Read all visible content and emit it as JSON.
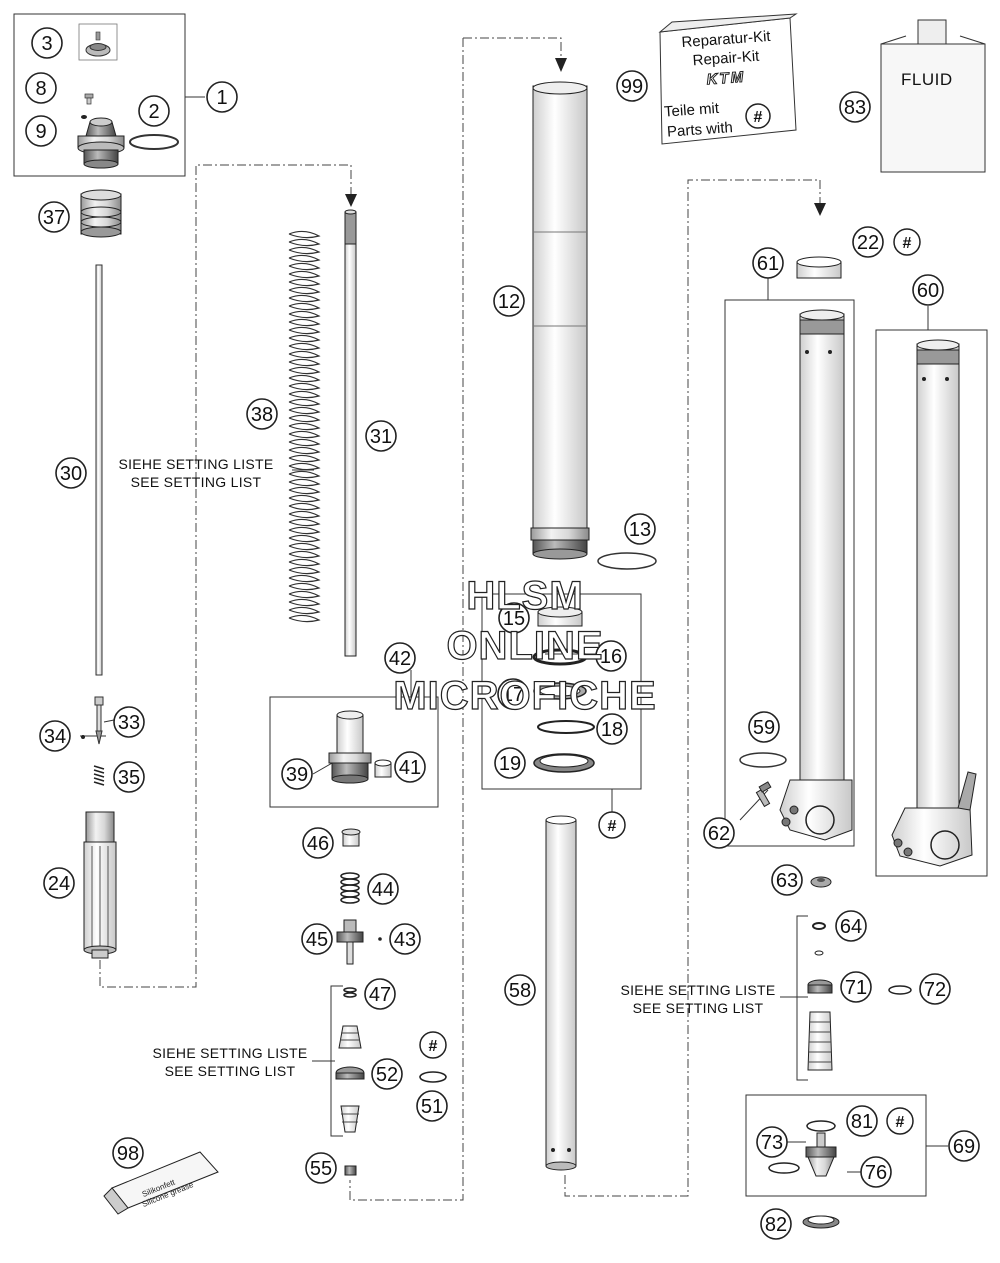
{
  "callouts": [
    "1",
    "2",
    "3",
    "8",
    "9",
    "12",
    "13",
    "15",
    "16",
    "17",
    "18",
    "19",
    "22",
    "24",
    "30",
    "31",
    "33",
    "34",
    "35",
    "37",
    "38",
    "39",
    "41",
    "42",
    "43",
    "44",
    "45",
    "46",
    "47",
    "51",
    "52",
    "55",
    "58",
    "59",
    "60",
    "61",
    "62",
    "63",
    "64",
    "69",
    "71",
    "72",
    "73",
    "76",
    "81",
    "82",
    "83",
    "98",
    "99"
  ],
  "hash_marker": "#",
  "repair_kit": {
    "line1": "Reparatur-Kit",
    "line2": "Repair-Kit",
    "brand": "KTM",
    "line3": "Teile mit",
    "line4": "Parts with",
    "marker": "#"
  },
  "fluid_label": "FLUID",
  "tube_label": {
    "line1": "Silikonfett",
    "line2": "Silicone grease"
  },
  "setting_note": {
    "de": "SIEHE SETTING LISTE",
    "en": "SEE SETTING LIST"
  },
  "watermark": {
    "line1": "HLSM",
    "line2": "ONLINE",
    "line3": "MICROFICHE"
  }
}
